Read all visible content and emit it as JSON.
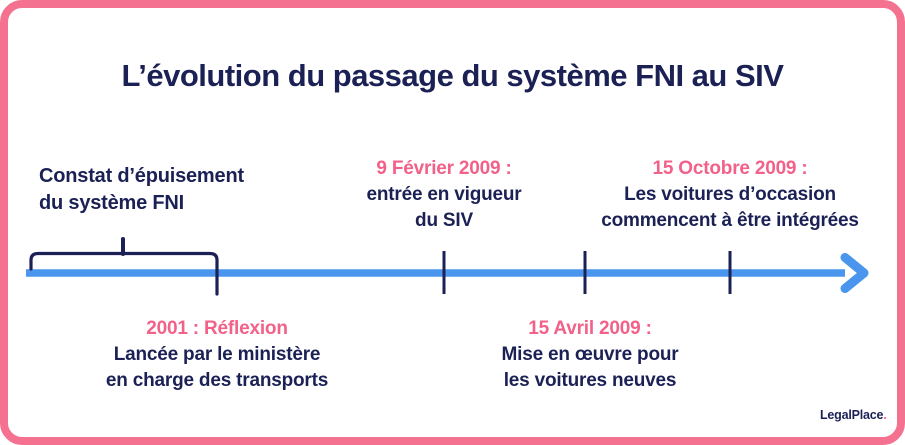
{
  "colors": {
    "navy": "#1b2155",
    "pink": "#f2618a",
    "border_pink": "#f4718f",
    "blue": "#4a95ee",
    "card_background": "#ffffff"
  },
  "title": "L’évolution du passage du système FNI au SIV",
  "timeline": {
    "bracket_label": {
      "lines": [
        "Constat d’épuisement",
        "du système FNI"
      ]
    },
    "above": [
      {
        "date": "9 Février 2009 :",
        "lines": [
          "entrée en vigueur",
          "du SIV"
        ]
      },
      {
        "date": "15 Octobre 2009 :",
        "lines": [
          "Les voitures d’occasion",
          "commencent à être intégrées"
        ]
      }
    ],
    "below": [
      {
        "date": "2001 : Réflexion",
        "lines": [
          "Lancée par le ministère",
          "en charge des transports"
        ]
      },
      {
        "date": "15 Avril 2009 :",
        "lines": [
          "Mise en œuvre pour",
          "les voitures neuves"
        ]
      }
    ]
  },
  "logo": {
    "name": "LegalPlace",
    "dot": "."
  }
}
